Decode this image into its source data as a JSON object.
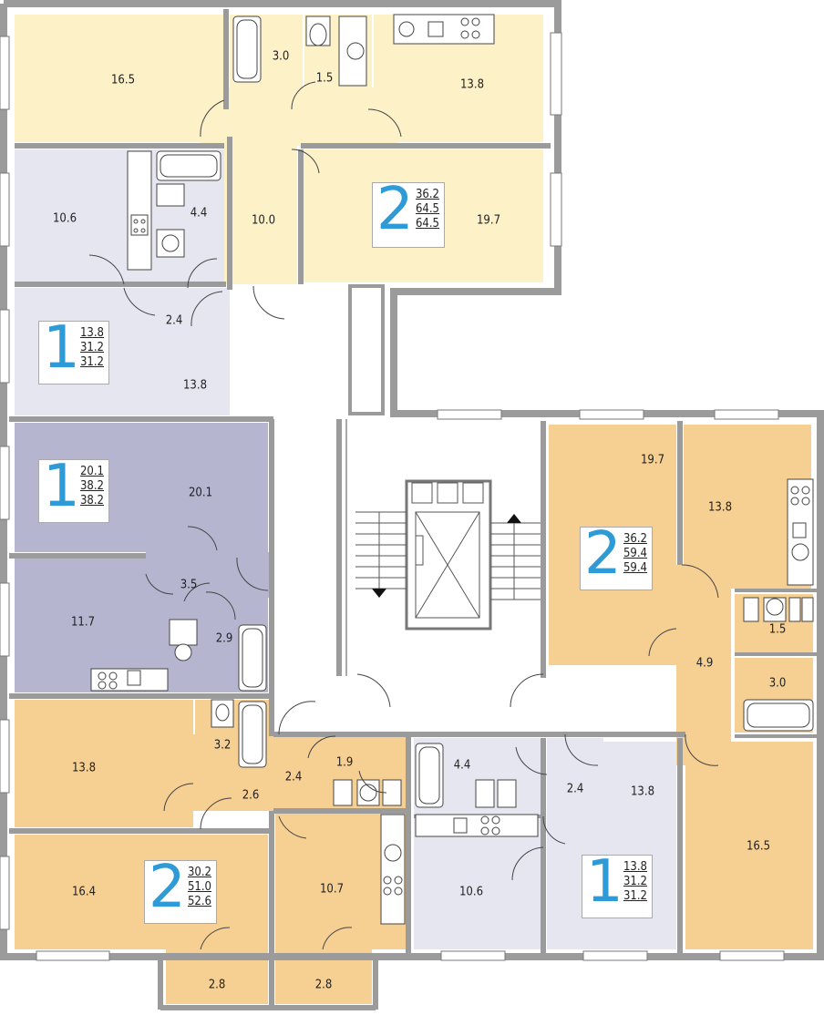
{
  "colors": {
    "wall": "#9b9b9b",
    "apartment_2_north": "#fdf1c8",
    "apartment_1_north": "#e6e6f0",
    "apartment_1_west": "#b5b5d0",
    "apartment_2_south": "#f6cf93",
    "apartment_1_south": "#e6e6f0",
    "badge_number": "#2e9ad6"
  },
  "room_labels": [
    {
      "id": "r1",
      "text": "16.5"
    },
    {
      "id": "r2",
      "text": "3.0"
    },
    {
      "id": "r3",
      "text": "1.5"
    },
    {
      "id": "r4",
      "text": "13.8"
    },
    {
      "id": "r5",
      "text": "10.0"
    },
    {
      "id": "r6",
      "text": "19.7"
    },
    {
      "id": "r7",
      "text": "10.6"
    },
    {
      "id": "r8",
      "text": "4.4"
    },
    {
      "id": "r9",
      "text": "2.4"
    },
    {
      "id": "r10",
      "text": "13.8"
    },
    {
      "id": "r11",
      "text": "20.1"
    },
    {
      "id": "r12",
      "text": "3.5"
    },
    {
      "id": "r13",
      "text": "11.7"
    },
    {
      "id": "r14",
      "text": "2.9"
    },
    {
      "id": "r15",
      "text": "19.7"
    },
    {
      "id": "r16",
      "text": "13.8"
    },
    {
      "id": "r17",
      "text": "4.9"
    },
    {
      "id": "r18",
      "text": "1.5"
    },
    {
      "id": "r19",
      "text": "3.0"
    },
    {
      "id": "r20",
      "text": "13.8"
    },
    {
      "id": "r21",
      "text": "3.2"
    },
    {
      "id": "r22",
      "text": "2.4"
    },
    {
      "id": "r23",
      "text": "1.9"
    },
    {
      "id": "r24",
      "text": "2.6"
    },
    {
      "id": "r25",
      "text": "4.4"
    },
    {
      "id": "r26",
      "text": "2.4"
    },
    {
      "id": "r27",
      "text": "13.8"
    },
    {
      "id": "r28",
      "text": "16.4"
    },
    {
      "id": "r29",
      "text": "10.7"
    },
    {
      "id": "r30",
      "text": "10.6"
    },
    {
      "id": "r31",
      "text": "16.5"
    },
    {
      "id": "r32",
      "text": "2.8"
    },
    {
      "id": "r33",
      "text": "2.8"
    }
  ],
  "apartments": [
    {
      "id": "apt-a",
      "rooms": "2",
      "areas": [
        "36.2",
        "64.5",
        "64.5"
      ]
    },
    {
      "id": "apt-b",
      "rooms": "1",
      "areas": [
        "13.8",
        "31.2",
        "31.2"
      ]
    },
    {
      "id": "apt-c",
      "rooms": "1",
      "areas": [
        "20.1",
        "38.2",
        "38.2"
      ]
    },
    {
      "id": "apt-d",
      "rooms": "2",
      "areas": [
        "36.2",
        "59.4",
        "59.4"
      ]
    },
    {
      "id": "apt-e",
      "rooms": "2",
      "areas": [
        "30.2",
        "51.0",
        "52.6"
      ]
    },
    {
      "id": "apt-f",
      "rooms": "1",
      "areas": [
        "13.8",
        "31.2",
        "31.2"
      ]
    }
  ]
}
